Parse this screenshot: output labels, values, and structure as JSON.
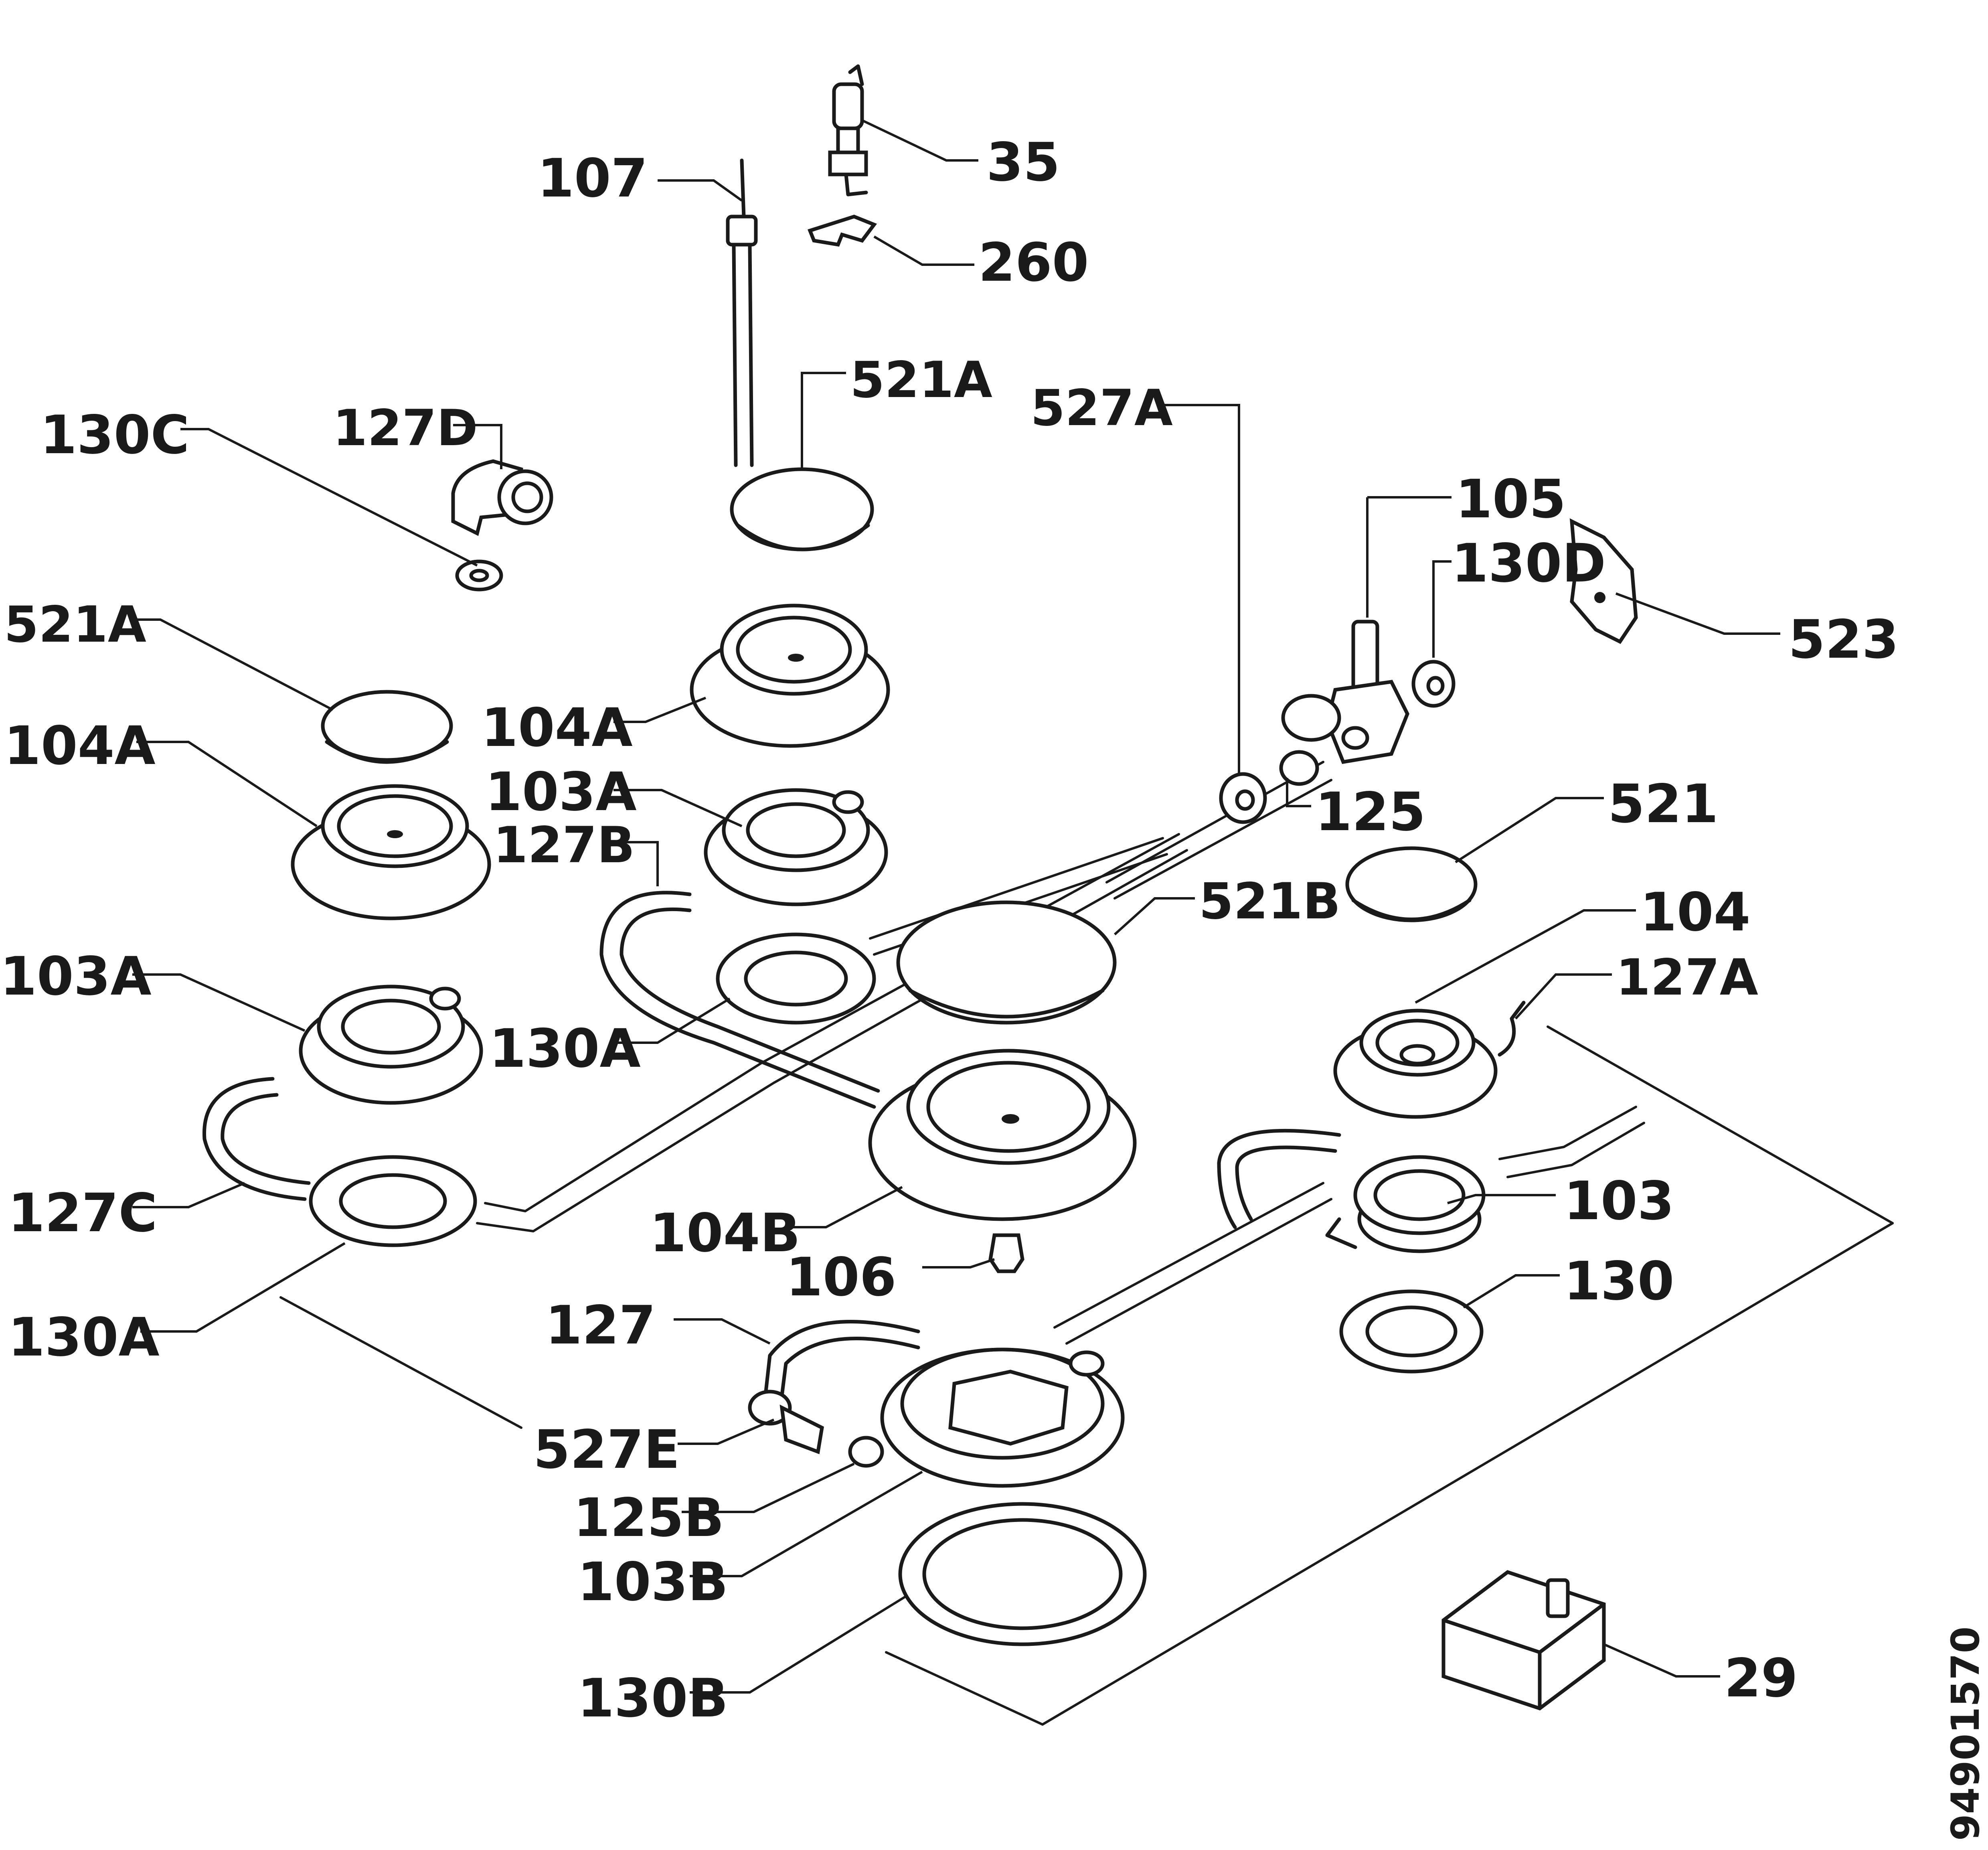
{
  "labels": {
    "p35": "35",
    "p107": "107",
    "p260": "260",
    "p521A_top": "521A",
    "p527A": "527A",
    "p130C": "130C",
    "p127D": "127D",
    "p105": "105",
    "p130D": "130D",
    "p523": "523",
    "p521A_left": "521A",
    "p104A_center": "104A",
    "p104A_left": "104A",
    "p103A_center": "103A",
    "p125": "125",
    "p521": "521",
    "p127B": "127B",
    "p521B": "521B",
    "p104": "104",
    "p127A": "127A",
    "p103A_left": "103A",
    "p130A_center": "130A",
    "p103": "103",
    "p127C": "127C",
    "p104B": "104B",
    "p130": "130",
    "p106": "106",
    "p130A_left": "130A",
    "p127": "127",
    "p527E": "527E",
    "p125B": "125B",
    "p103B": "103B",
    "p29": "29",
    "p130B": "130B"
  },
  "document_id": "94901570"
}
